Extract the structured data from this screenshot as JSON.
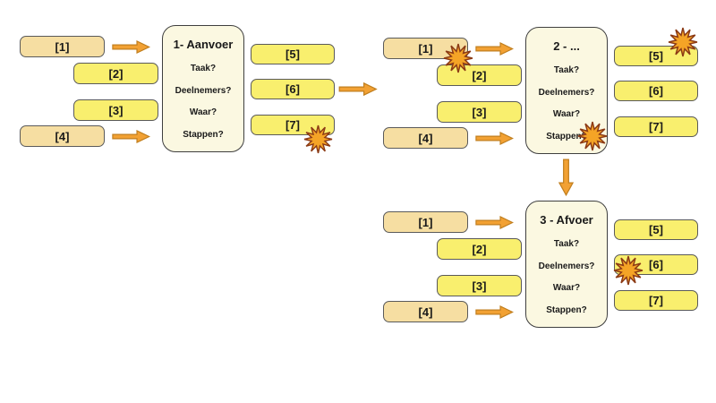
{
  "diagram": {
    "groups": [
      {
        "title": "1- Aanvoer",
        "questions": [
          "Taak?",
          "Deelnemers?",
          "Waar?",
          "Stappen?"
        ],
        "left_boxes": [
          "[1]",
          "[2]",
          "[3]",
          "[4]"
        ],
        "right_boxes": [
          "[5]",
          "[6]",
          "[7]"
        ]
      },
      {
        "title": "2 - ...",
        "questions": [
          "Taak?",
          "Deelnemers?",
          "Waar?",
          "Stappen?"
        ],
        "left_boxes": [
          "[1]",
          "[2]",
          "[3]",
          "[4]"
        ],
        "right_boxes": [
          "[5]",
          "[6]",
          "[7]"
        ]
      },
      {
        "title": "3 - Afvoer",
        "questions": [
          "Taak?",
          "Deelnemers?",
          "Waar?",
          "Stappen?"
        ],
        "left_boxes": [
          "[1]",
          "[2]",
          "[3]",
          "[4]"
        ],
        "right_boxes": [
          "[5]",
          "[6]",
          "[7]"
        ]
      }
    ],
    "colors": {
      "box_tan": "#F6DEA2",
      "box_yellow": "#F9EF6E",
      "panel_cream": "#FBF8E1",
      "panel_border": "#3F3F3F",
      "border_dark": "#5A5A5A",
      "arrow_orange": "#F2A133",
      "arrow_outline": "#C17F1F",
      "burst_fill": "#F5A426",
      "burst_outline": "#8C3B16",
      "text": "#1A1A1A"
    }
  }
}
